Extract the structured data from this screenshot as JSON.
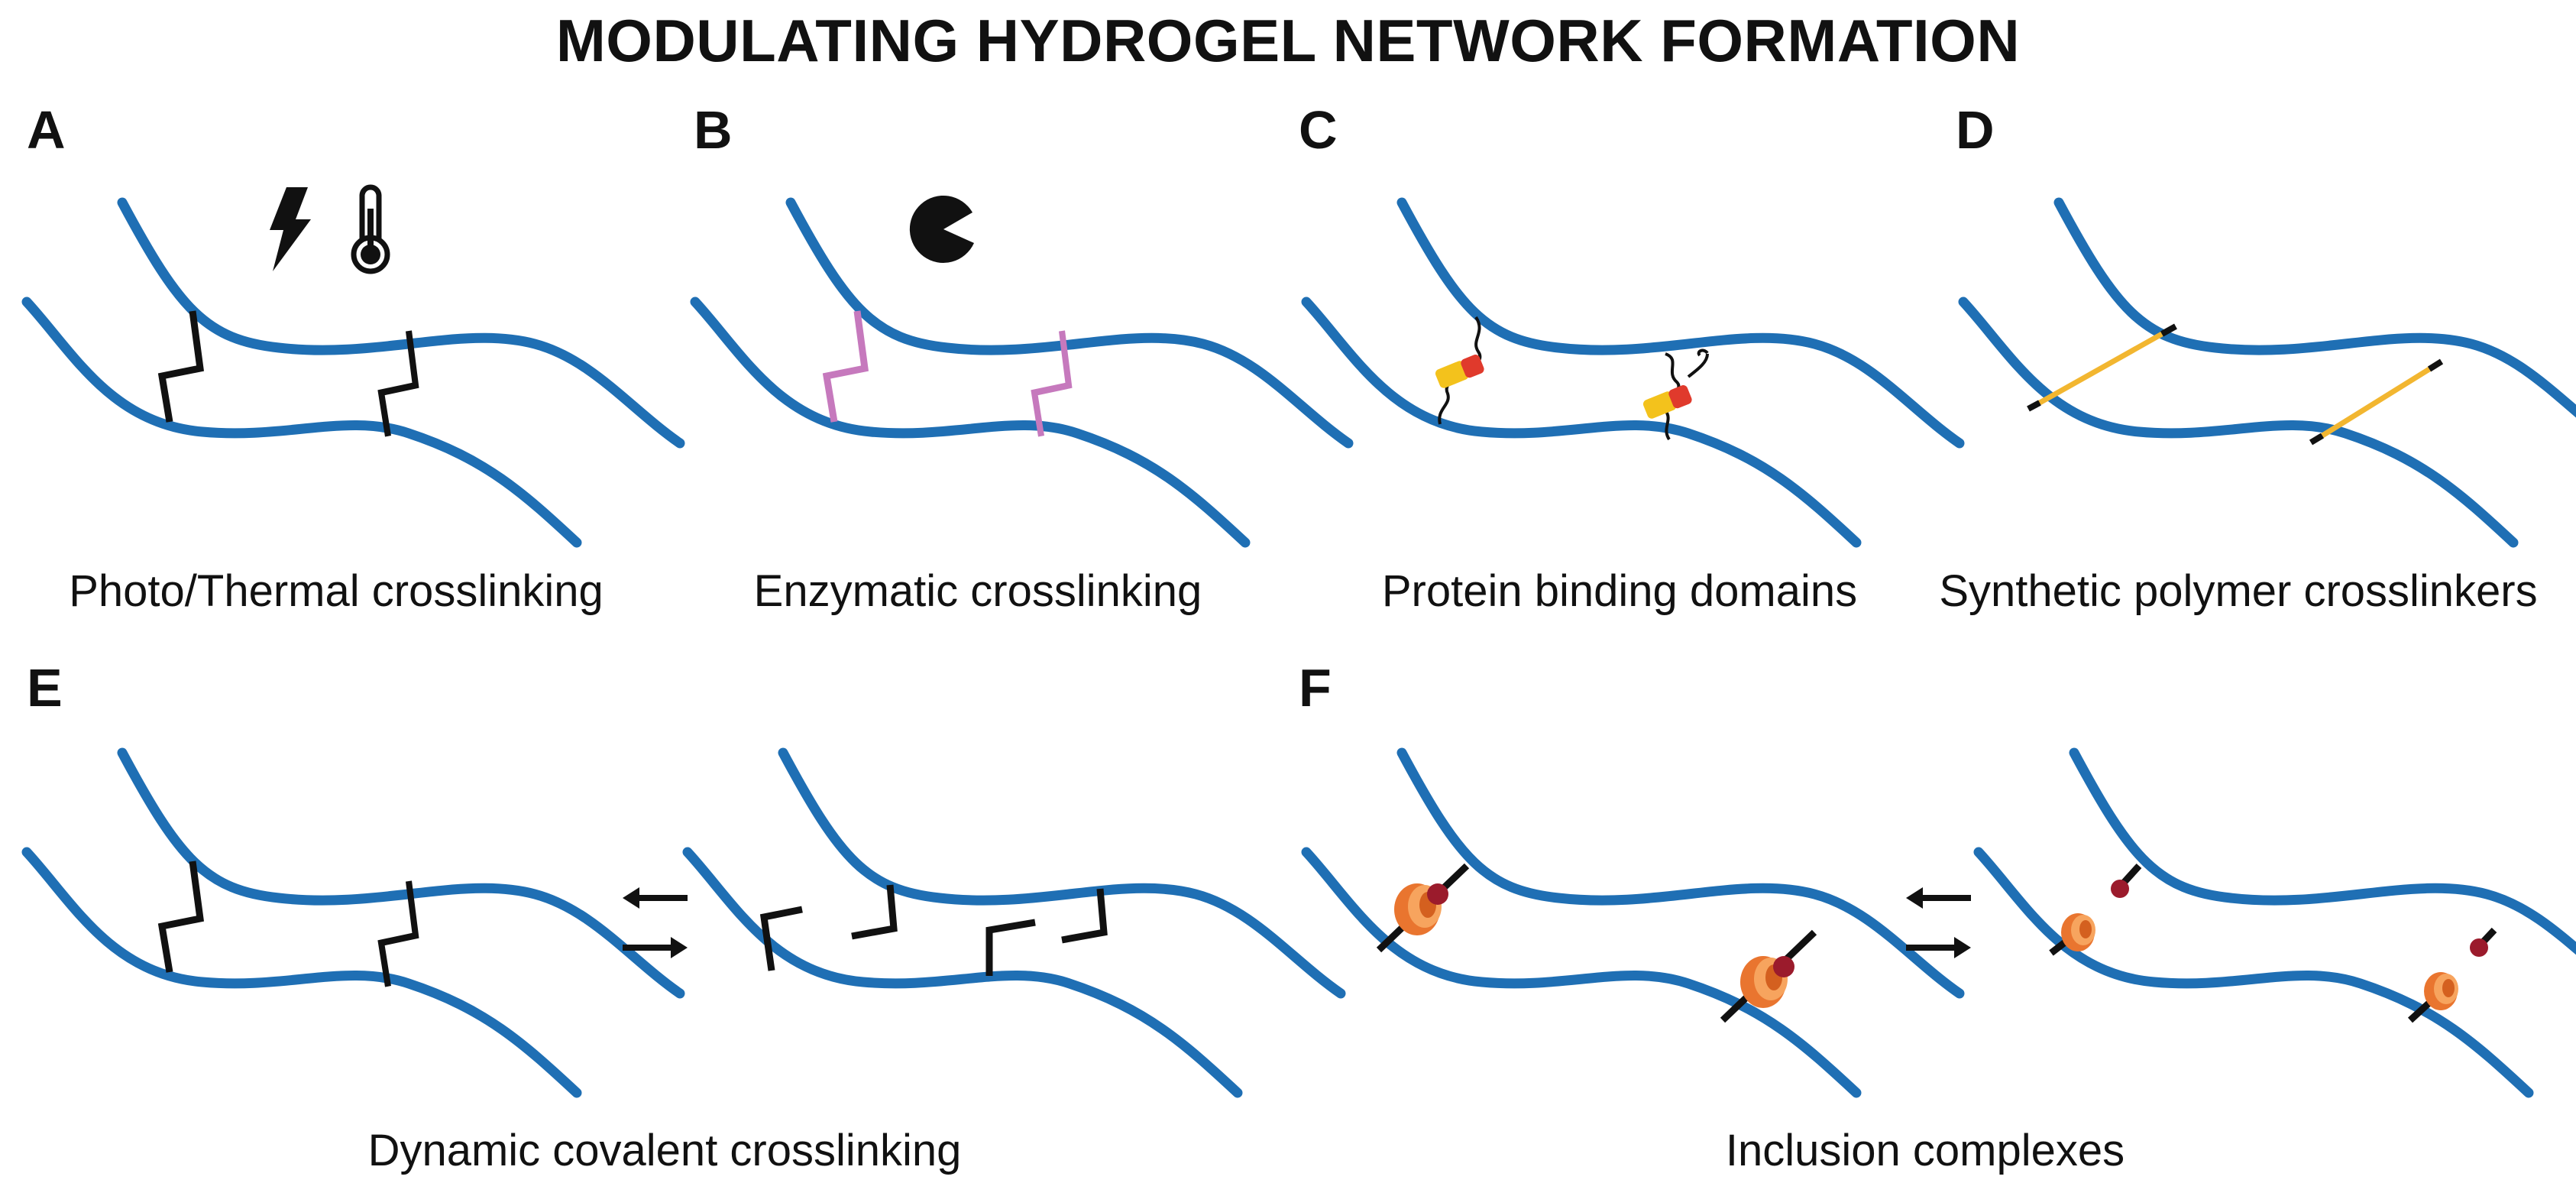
{
  "figure": {
    "title": "MODULATING HYDROGEL NETWORK FORMATION",
    "panels": [
      {
        "id": "A",
        "caption": "Photo/Thermal crosslinking",
        "icons": [
          "lightning-bolt-icon",
          "thermometer-icon"
        ]
      },
      {
        "id": "B",
        "caption": "Enzymatic crosslinking",
        "icons": [
          "enzyme-pacman-icon"
        ]
      },
      {
        "id": "C",
        "caption": "Protein binding domains"
      },
      {
        "id": "D",
        "caption": "Synthetic polymer crosslinkers"
      },
      {
        "id": "E",
        "caption": "Dynamic covalent crosslinking"
      },
      {
        "id": "F",
        "caption": "Inclusion complexes"
      }
    ]
  },
  "colors": {
    "polymer_chain": "#1f6fb4",
    "crosslink_black": "#111111",
    "enzymatic_link": "#c679bd",
    "synthetic_link": "#f2b630",
    "binding_domain_yellow": "#f3c21c",
    "binding_domain_red": "#e03a2c",
    "host_ring": "#f08a3c",
    "guest_ball": "#9b1b2c"
  }
}
